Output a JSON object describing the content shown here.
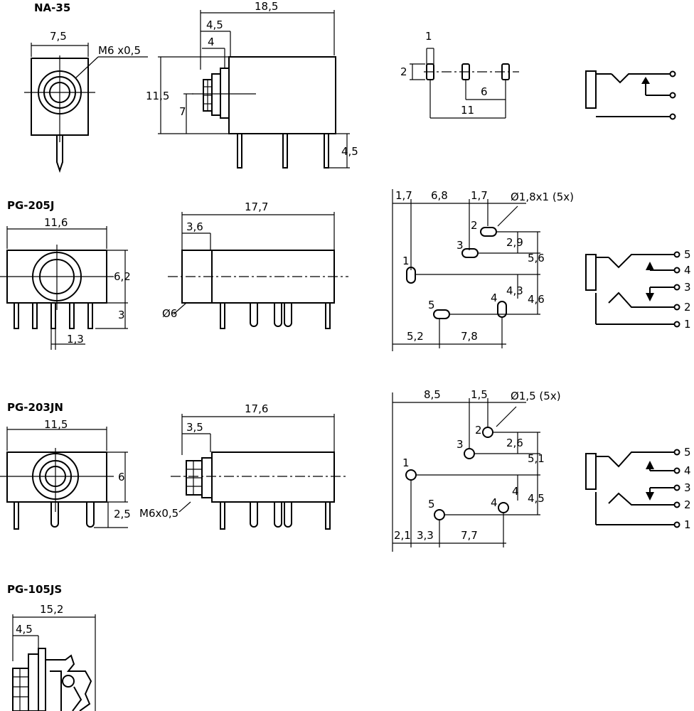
{
  "models": [
    {
      "id": "na35",
      "name": "NA-35",
      "front": {
        "width": "7,5",
        "thread": "M6 x0,5"
      },
      "side": {
        "length": "18,5",
        "d1": "4,5",
        "d2": "4",
        "height": "11,5",
        "center": "7",
        "pin": "4,5"
      },
      "pins": {
        "p1": "1",
        "p2": "2",
        "spacing_a": "6",
        "spacing_b": "11"
      }
    },
    {
      "id": "pg205j",
      "name": "PG-205J",
      "front": {
        "width": "11,6",
        "height": "6,2",
        "pin": "3",
        "pitch": "1,3"
      },
      "side": {
        "length": "17,7",
        "d1": "3,6",
        "dia": "Ø6"
      },
      "pins": {
        "top_a": "1,7",
        "top_b": "6,8",
        "top_c": "1,7",
        "hole": "Ø1,8x1 (5x)",
        "n1": "1",
        "n2": "2",
        "n3": "3",
        "n4": "4",
        "n5": "5",
        "r_a": "2,9",
        "r_b": "5,6",
        "r_c": "4,3",
        "r_d": "4,6",
        "bot_a": "5,2",
        "bot_b": "7,8"
      },
      "schematic": [
        "5",
        "4",
        "3",
        "2",
        "1"
      ]
    },
    {
      "id": "pg203jn",
      "name": "PG-203JN",
      "front": {
        "width": "11,5",
        "height": "6",
        "pin": "2,5"
      },
      "side": {
        "length": "17,6",
        "d1": "3,5",
        "thread": "M6x0,5"
      },
      "pins": {
        "top_b": "8,5",
        "top_c": "1,5",
        "hole": "Ø1,5 (5x)",
        "n1": "1",
        "n2": "2",
        "n3": "3",
        "n4": "4",
        "n5": "5",
        "r_a": "2,6",
        "r_b": "5,1",
        "r_c": "4",
        "r_d": "4,5",
        "bot_a": "2,1",
        "bot_b": "3,3",
        "bot_c": "7,7"
      },
      "schematic": [
        "5",
        "4",
        "3",
        "2",
        "1"
      ]
    },
    {
      "id": "pg105js",
      "name": "PG-105JS",
      "side": {
        "length": "15,2",
        "d1": "4,5"
      }
    }
  ]
}
